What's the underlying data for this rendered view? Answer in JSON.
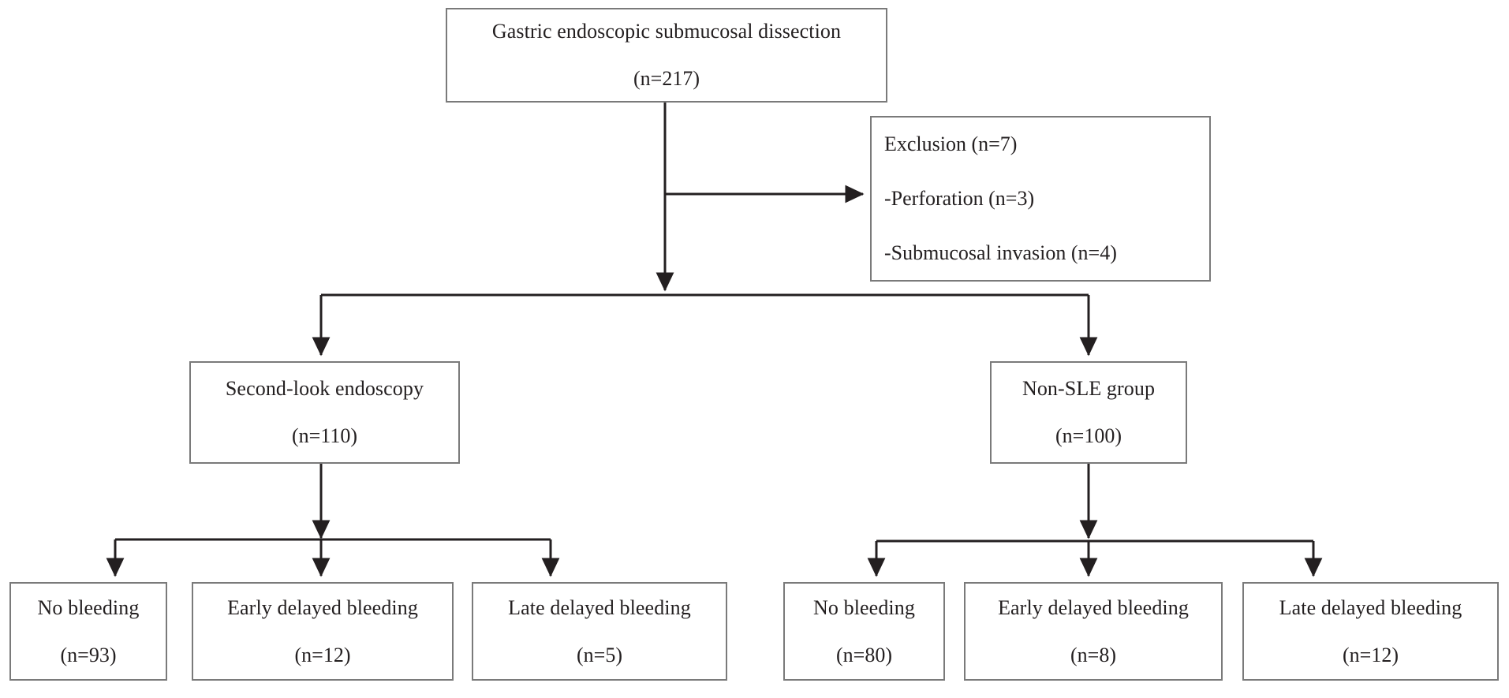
{
  "figure": {
    "type": "flowchart",
    "orientation": "top-down",
    "stroke_color": "#7a7a7a",
    "edge_color": "#231f20",
    "background_color": "#ffffff"
  },
  "nodes": {
    "root": {
      "title": "Gastric endoscopic submucosal dissection",
      "count": "(n=217)",
      "n": 217
    },
    "exclusion": {
      "line1": "Exclusion (n=7)",
      "line2": "-Perforation (n=3)",
      "line3": "-Submucosal invasion (n=4)",
      "n": 7,
      "reasons": [
        {
          "label": "Perforation",
          "count": "(n=3)",
          "n": 3
        },
        {
          "label": "Submucosal invasion",
          "count": "(n=4)",
          "n": 4
        }
      ]
    },
    "sle_group": {
      "title": "Second-look endoscopy",
      "count": "(n=110)",
      "n": 110
    },
    "non_sle_group": {
      "title": "Non-SLE group",
      "count": "(n=100)",
      "n": 100
    },
    "sle_outcomes": [
      {
        "title": "No bleeding",
        "count": "(n=93)",
        "n": 93
      },
      {
        "title": "Early delayed bleeding",
        "count": "(n=12)",
        "n": 12
      },
      {
        "title": "Late delayed bleeding",
        "count": "(n=5)",
        "n": 5
      }
    ],
    "non_sle_outcomes": [
      {
        "title": "No bleeding",
        "count": "(n=80)",
        "n": 80
      },
      {
        "title": "Early delayed bleeding",
        "count": "(n=8)",
        "n": 8
      },
      {
        "title": "Late delayed bleeding",
        "count": "(n=12)",
        "n": 12
      }
    ]
  },
  "edges": [
    {
      "from": "root",
      "to": "exclusion",
      "style": "elbow-right-arrow"
    },
    {
      "from": "root",
      "to": "split-1",
      "style": "straight-arrow"
    },
    {
      "from": "split-1",
      "to": "sle_group",
      "style": "elbow-arrow"
    },
    {
      "from": "split-1",
      "to": "non_sle_group",
      "style": "elbow-arrow"
    },
    {
      "from": "sle_group",
      "to": "sle_outcomes.0",
      "style": "elbow-arrow"
    },
    {
      "from": "sle_group",
      "to": "sle_outcomes.1",
      "style": "straight-arrow"
    },
    {
      "from": "sle_group",
      "to": "sle_outcomes.2",
      "style": "elbow-arrow"
    },
    {
      "from": "non_sle_group",
      "to": "non_sle_outcomes.0",
      "style": "elbow-arrow"
    },
    {
      "from": "non_sle_group",
      "to": "non_sle_outcomes.1",
      "style": "straight-arrow"
    },
    {
      "from": "non_sle_group",
      "to": "non_sle_outcomes.2",
      "style": "elbow-arrow"
    }
  ]
}
